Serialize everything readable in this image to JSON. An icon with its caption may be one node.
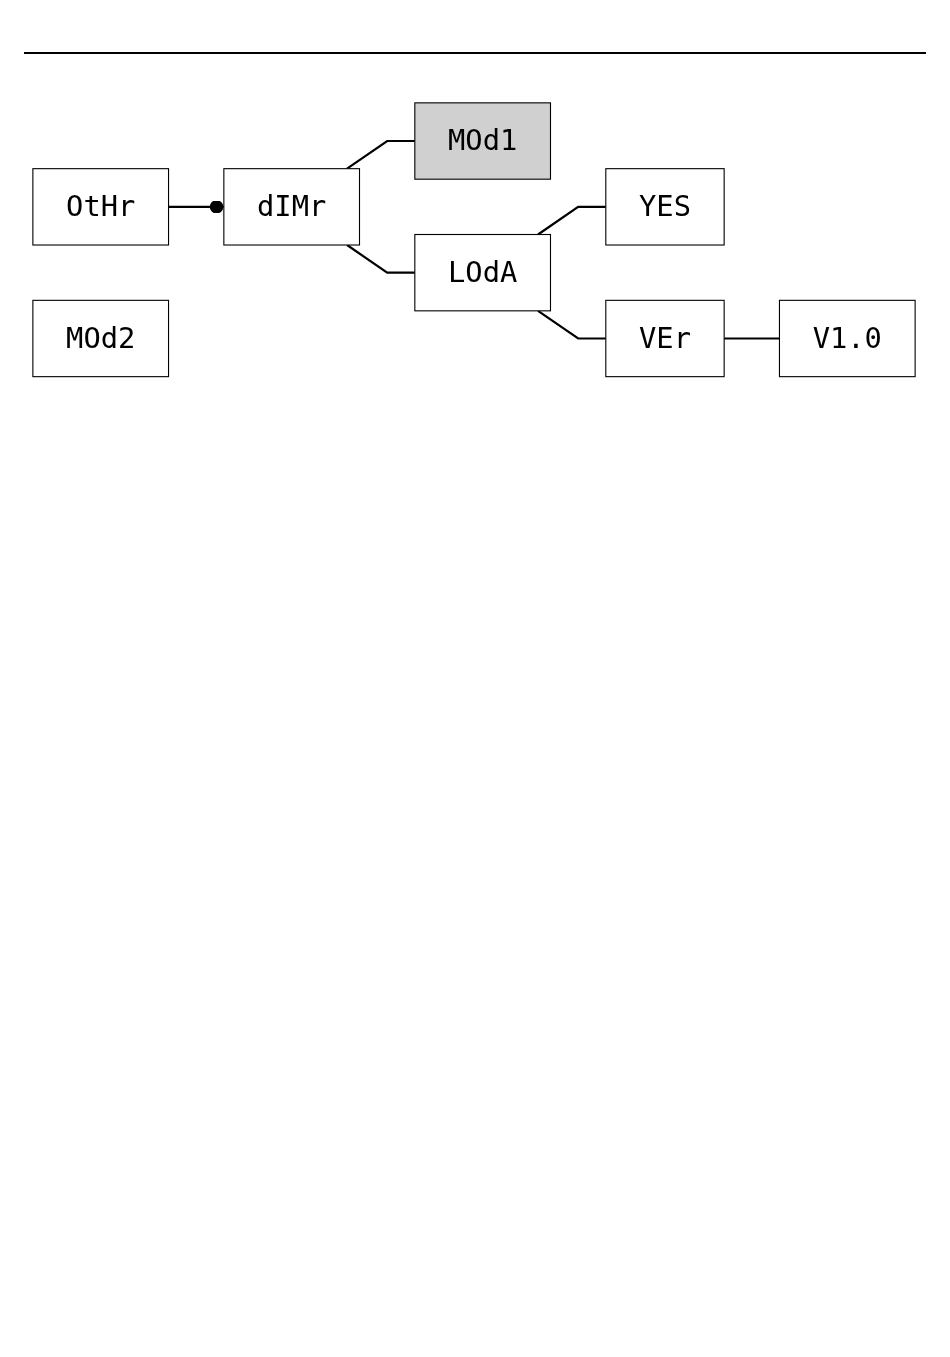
{
  "diagram": {
    "nodes": [
      {
        "text": [
          "OtHr"
        ]
      },
      {
        "text": [
          "dIMr"
        ]
      },
      {
        "text": [
          "MOd1"
        ]
      },
      {
        "text": [
          "MOd2"
        ]
      },
      {
        "text": [
          "LOdA"
        ]
      },
      {
        "text": [
          "YES"
        ]
      },
      {
        "text": [
          "VEr"
        ]
      },
      {
        "text": [
          "V1.0"
        ]
      }
    ],
    "edges": [
      {
        "from": 0,
        "to": 1,
        "arrow": "other"
      },
      {
        "from": 1,
        "to": 2,
        "arrow": "none"
      },
      {
        "from": 1,
        "to": 4,
        "arrow": "none"
      },
      {
        "from": 4,
        "to": 5,
        "arrow": "none"
      },
      {
        "from": 4,
        "to": 6,
        "arrow": "none"
      },
      {
        "from": 6,
        "to": 7,
        "arrow": "none"
      }
    ]
  }
}
